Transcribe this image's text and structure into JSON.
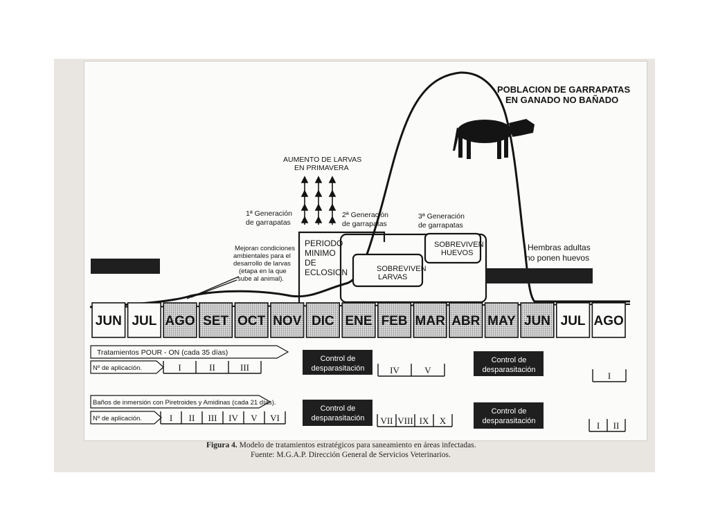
{
  "title": "POBLACION DE GARRAPATAS EN GANADO NO BAÑADO",
  "title_lines": [
    "POBLACION DE GARRAPATAS",
    "EN GANADO NO BAÑADO"
  ],
  "spring_larvae": [
    "AUMENTO DE LARVAS",
    "EN PRIMAVERA"
  ],
  "generations": {
    "g1": [
      "1ª Generación",
      "de garrapatas"
    ],
    "g2": [
      "2ª Generación",
      "de garrapatas"
    ],
    "g3": [
      "3ª Generación",
      "de garrapatas"
    ]
  },
  "conditions_note": [
    "Mejoran condiciones",
    "ambientales para el",
    "desarrollo de larvas",
    "(etapa en la que",
    "sube al animal)."
  ],
  "periodo_minimo": [
    "PERIODO",
    "MINIMO",
    "DE",
    "ECLOSION"
  ],
  "sobreviven_larvas": [
    "SOBREVIVEN",
    "LARVAS"
  ],
  "sobreviven_huevos": [
    "SOBREVIVEN",
    "HUEVOS"
  ],
  "hembras_note": [
    "Hembras adultas",
    "no ponen huevos"
  ],
  "months": [
    "JUN",
    "JUL",
    "AGO",
    "SET",
    "OCT",
    "NOV",
    "DIC",
    "ENE",
    "FEB",
    "MAR",
    "ABR",
    "MAY",
    "JUN",
    "JUL",
    "AGO"
  ],
  "months_shaded": [
    false,
    false,
    true,
    true,
    true,
    true,
    true,
    true,
    true,
    true,
    true,
    true,
    true,
    false,
    false
  ],
  "pour_on": {
    "label": "Tratamientos POUR - ON (cada 35 días)",
    "app_label": "Nº de aplicación.",
    "apps_1": [
      "I",
      "II",
      "III"
    ],
    "control": [
      "Control de",
      "desparasitación"
    ],
    "apps_2": [
      "IV",
      "V"
    ],
    "control_2": [
      "Control de",
      "desparasitación"
    ],
    "apps_3": [
      "I"
    ]
  },
  "banos": {
    "label": "Baños de inmersión con Piretroides y Amidinas (cada 21 días).",
    "app_label": "Nº de aplicación.",
    "apps_1": [
      "I",
      "II",
      "III",
      "IV",
      "V",
      "VI"
    ],
    "control": [
      "Control de",
      "desparasitación"
    ],
    "apps_2": [
      "VII",
      "VIII",
      "IX",
      "X"
    ],
    "control_2": [
      "Control de",
      "desparasitación"
    ],
    "apps_3": [
      "I",
      "II"
    ]
  },
  "caption": {
    "label": "Figura 4.",
    "text": "Modelo de tratamientos estratégicos para saneamiento en áreas infectadas.",
    "source": "Fuente: M.G.A.P. Dirección General de Servicios Veterinarios."
  },
  "colors": {
    "ink": "#141414",
    "paper": "#fbfbfa",
    "shade": "#b9b9b9",
    "black_box": "#1f1f1f"
  }
}
